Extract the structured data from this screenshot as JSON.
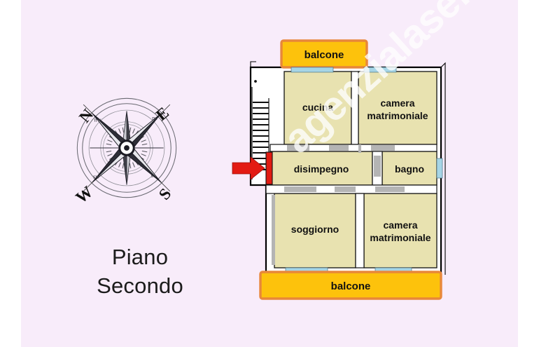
{
  "page": {
    "background_color": "#f8ecfa",
    "margin_color": "#ffffff"
  },
  "floor_label": {
    "line1": "Piano",
    "line2": "Secondo"
  },
  "compass": {
    "name": "compass-rose",
    "rotation_degrees": 45,
    "cardinal_labels": [
      "N",
      "E",
      "S",
      "W"
    ],
    "intercardinal_labels": [
      "ne",
      "se",
      "sw",
      "nw"
    ]
  },
  "watermark": {
    "text": "agenzialaseffe.it",
    "color": "#ffffff"
  },
  "colors": {
    "room_fill": "#e8e2b0",
    "balcony_fill": "#fdc20c",
    "balcony_border": "#e8873a",
    "window_fill": "#a6d5e6",
    "door_red": "#e11b12",
    "arrow_red": "#e31b13",
    "wall_stroke": "#000000",
    "wall_fill": "#ffffff",
    "interior_wall_grey": "#b4b4b4"
  },
  "plan": {
    "title": "floor-plan-second-floor",
    "balconies": [
      {
        "id": "balcone-top",
        "label": "balcone"
      },
      {
        "id": "balcone-bottom",
        "label": "balcone"
      }
    ],
    "rooms": [
      {
        "id": "cucina",
        "label": "cucina",
        "label_lines": [
          "cucina"
        ]
      },
      {
        "id": "camera-matr-1",
        "label": "camera matrimoniale",
        "label_lines": [
          "camera",
          "matrimoniale"
        ]
      },
      {
        "id": "disimpegno",
        "label": "disimpegno",
        "label_lines": [
          "disimpegno"
        ]
      },
      {
        "id": "bagno",
        "label": "bagno",
        "label_lines": [
          "bagno"
        ]
      },
      {
        "id": "soggiorno",
        "label": "soggiorno",
        "label_lines": [
          "soggiorno"
        ]
      },
      {
        "id": "camera-matr-2",
        "label": "camera matrimoniale",
        "label_lines": [
          "camera",
          "matrimoniale"
        ]
      }
    ],
    "entrance": {
      "name": "entrance-arrow",
      "points_to": "disimpegno",
      "door_color": "#e11b12"
    },
    "stairs": {
      "name": "staircase",
      "riser_count": 13
    }
  }
}
